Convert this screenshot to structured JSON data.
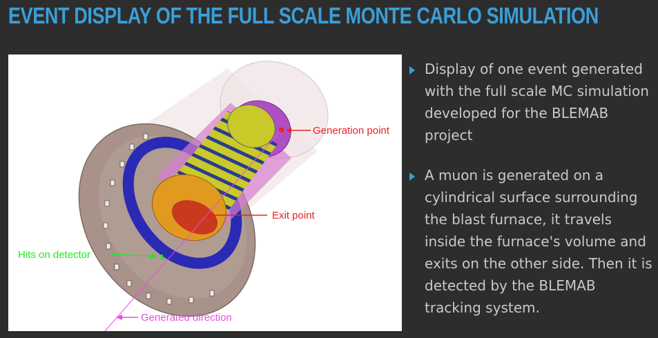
{
  "title": "EVENT DISPLAY OF THE FULL SCALE MONTE CARLO SIMULATION",
  "figure": {
    "labels": {
      "generation_point": "Generation point",
      "exit_point": "Exit point",
      "hits_on_detector": "Hits on detector",
      "generated_direction": "Generated direction"
    },
    "colors": {
      "generation": "#e8231e",
      "exit": "#e8231e",
      "hits": "#1ee81e",
      "direction": "#e64ce6"
    }
  },
  "bullets": [
    {
      "text": "Display of one event generated with the full scale MC simulation developed for the BLEMAB project"
    },
    {
      "text": "A muon is generated on a cylindrical surface surrounding the blast furnace, it travels inside the furnace's volume and exits on the other side. Then it is detected by the BLEMAB tracking system."
    }
  ],
  "colors": {
    "accent": "#3a9fd8",
    "background": "#2d2d2d",
    "text": "#c9c9c9"
  }
}
